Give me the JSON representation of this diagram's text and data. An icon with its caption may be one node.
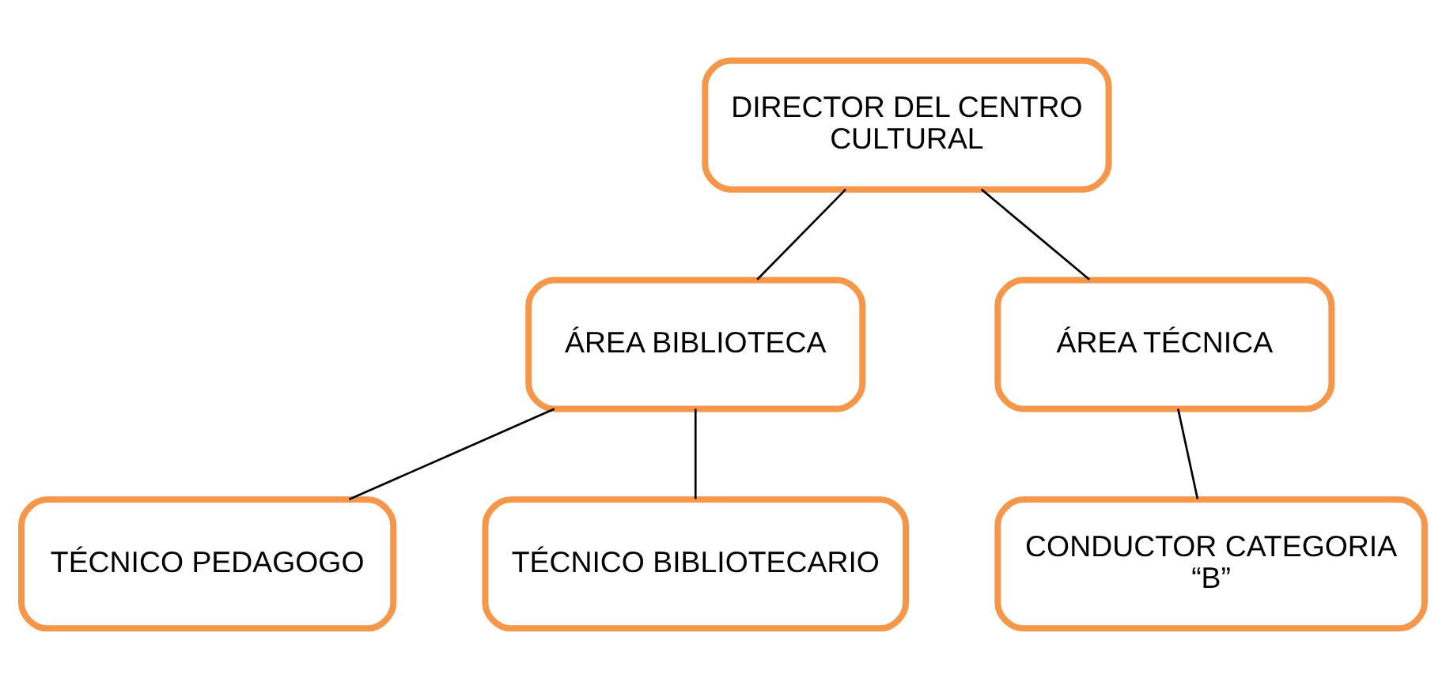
{
  "diagram": {
    "nodes": [
      {
        "text": [
          "DIRECTOR DEL CENTRO CULTURAL"
        ]
      },
      {
        "text": [
          "ÁREA BIBLIOTECA"
        ]
      },
      {
        "text": [
          "ÁREA TÉCNICA"
        ]
      },
      {
        "text": [
          "TÉCNICO PEDAGOGO"
        ]
      },
      {
        "text": [
          "TÉCNICO BIBLIOTECARIO"
        ]
      },
      {
        "text": [
          "CONDUCTOR CATEGORIA “B”"
        ]
      }
    ],
    "edges": [
      {
        "from": 0,
        "to": 1,
        "arrow": "none"
      },
      {
        "from": 0,
        "to": 2,
        "arrow": "none"
      },
      {
        "from": 1,
        "to": 3,
        "arrow": "none"
      },
      {
        "from": 1,
        "to": 4,
        "arrow": "none"
      },
      {
        "from": 2,
        "to": 5,
        "arrow": "none"
      }
    ]
  }
}
